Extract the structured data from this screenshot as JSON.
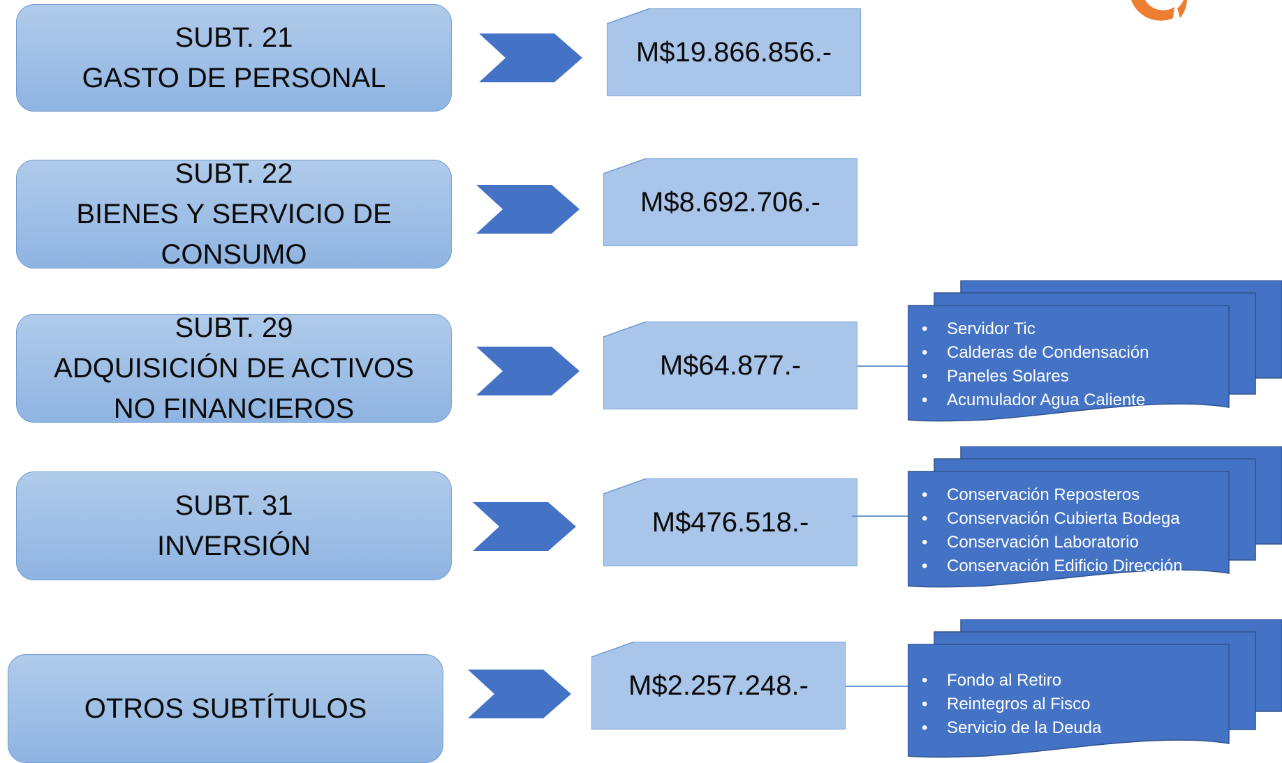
{
  "rows": [
    {
      "lines": [
        "SUBT. 21",
        "GASTO DE PERSONAL"
      ],
      "amount": "M$19.866.856.-",
      "items": []
    },
    {
      "lines": [
        "SUBT. 22",
        "BIENES Y SERVICIO DE",
        "CONSUMO"
      ],
      "amount": "M$8.692.706.-",
      "items": []
    },
    {
      "lines": [
        "SUBT. 29",
        "ADQUISICIÓN DE ACTIVOS",
        "NO FINANCIEROS"
      ],
      "amount": "M$64.877.-",
      "items": [
        "Servidor Tic",
        "Calderas de Condensación",
        "Paneles Solares",
        "Acumulador Agua Caliente"
      ]
    },
    {
      "lines": [
        "SUBT. 31",
        "INVERSIÓN"
      ],
      "amount": "M$476.518.-",
      "items": [
        "Conservación Reposteros",
        "Conservación Cubierta Bodega",
        "Conservación Laboratorio",
        "Conservación Edificio Dirección"
      ]
    },
    {
      "lines": [
        "OTROS SUBTÍTULOS"
      ],
      "amount": "M$2.257.248.-",
      "items": [
        "Fondo al Retiro",
        "Reintegros al Fisco",
        "Servicio de la Deuda"
      ]
    }
  ],
  "bullet_glyph": "•",
  "logo_icon": "orange-ring-logo-icon",
  "colors": {
    "box_fill_top": "#b0cbea",
    "box_fill_bottom": "#8fb4e2",
    "box_border": "#6f9bd0",
    "arrow_fill": "#4472c4",
    "doc_fill": "#4472c4",
    "doc_border": "#2f528f",
    "logo": "#ed7d31"
  }
}
